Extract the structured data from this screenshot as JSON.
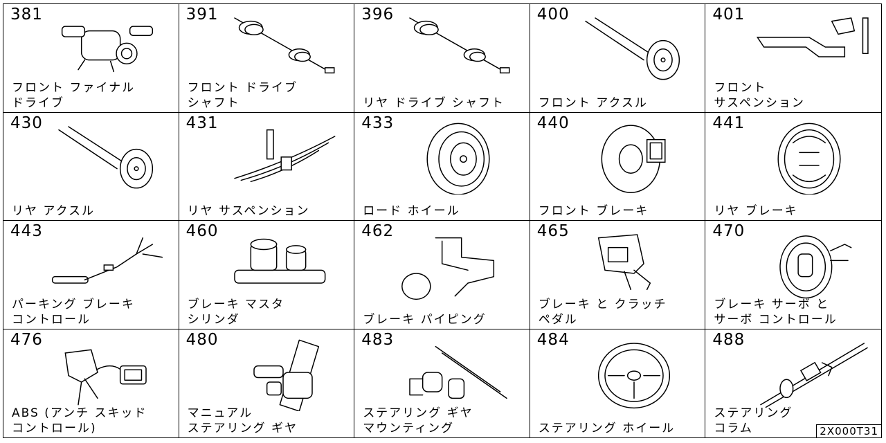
{
  "grid": {
    "cells": [
      {
        "code": "381",
        "label_lines": [
          "フロント ファイナル",
          "ドライブ"
        ],
        "icon": "final-drive"
      },
      {
        "code": "391",
        "label_lines": [
          "フロント ドライブ",
          "シャフト"
        ],
        "icon": "drive-shaft"
      },
      {
        "code": "396",
        "label_lines": [
          "リヤ ドライブ シャフト"
        ],
        "icon": "drive-shaft"
      },
      {
        "code": "400",
        "label_lines": [
          "フロント アクスル"
        ],
        "icon": "axle-hub"
      },
      {
        "code": "401",
        "label_lines": [
          "フロント",
          "サスペンション"
        ],
        "icon": "suspension"
      },
      {
        "code": "430",
        "label_lines": [
          "リヤ アクスル"
        ],
        "icon": "axle-hub"
      },
      {
        "code": "431",
        "label_lines": [
          "リヤ サスペンション"
        ],
        "icon": "leaf-spring"
      },
      {
        "code": "433",
        "label_lines": [
          "ロード ホイール"
        ],
        "icon": "road-wheel"
      },
      {
        "code": "440",
        "label_lines": [
          "フロント ブレーキ"
        ],
        "icon": "disc-brake"
      },
      {
        "code": "441",
        "label_lines": [
          "リヤ ブレーキ"
        ],
        "icon": "drum-brake"
      },
      {
        "code": "443",
        "label_lines": [
          "パーキング ブレーキ",
          "コントロール"
        ],
        "icon": "parking-lever"
      },
      {
        "code": "460",
        "label_lines": [
          "ブレーキ マスタ",
          "シリンダ"
        ],
        "icon": "master-cylinder"
      },
      {
        "code": "462",
        "label_lines": [
          "ブレーキ パイピング"
        ],
        "icon": "brake-piping"
      },
      {
        "code": "465",
        "label_lines": [
          "ブレーキ と クラッチ",
          "ペダル"
        ],
        "icon": "pedal"
      },
      {
        "code": "470",
        "label_lines": [
          "ブレーキ サーボ と",
          "サーボ コントロール"
        ],
        "icon": "brake-booster"
      },
      {
        "code": "476",
        "label_lines": [
          "ABS (アンチ スキッド",
          "コントロール)"
        ],
        "icon": "abs-unit"
      },
      {
        "code": "480",
        "label_lines": [
          "マニュアル",
          "ステアリング ギヤ"
        ],
        "icon": "steering-gear"
      },
      {
        "code": "483",
        "label_lines": [
          "ステアリング ギヤ",
          "マウンティング"
        ],
        "icon": "gear-mounting"
      },
      {
        "code": "484",
        "label_lines": [
          "ステアリング ホイール"
        ],
        "icon": "steering-wheel"
      },
      {
        "code": "488",
        "label_lines": [
          "ステアリング",
          "コラム"
        ],
        "icon": "steering-column"
      }
    ]
  },
  "reference_code": "2X000T31"
}
